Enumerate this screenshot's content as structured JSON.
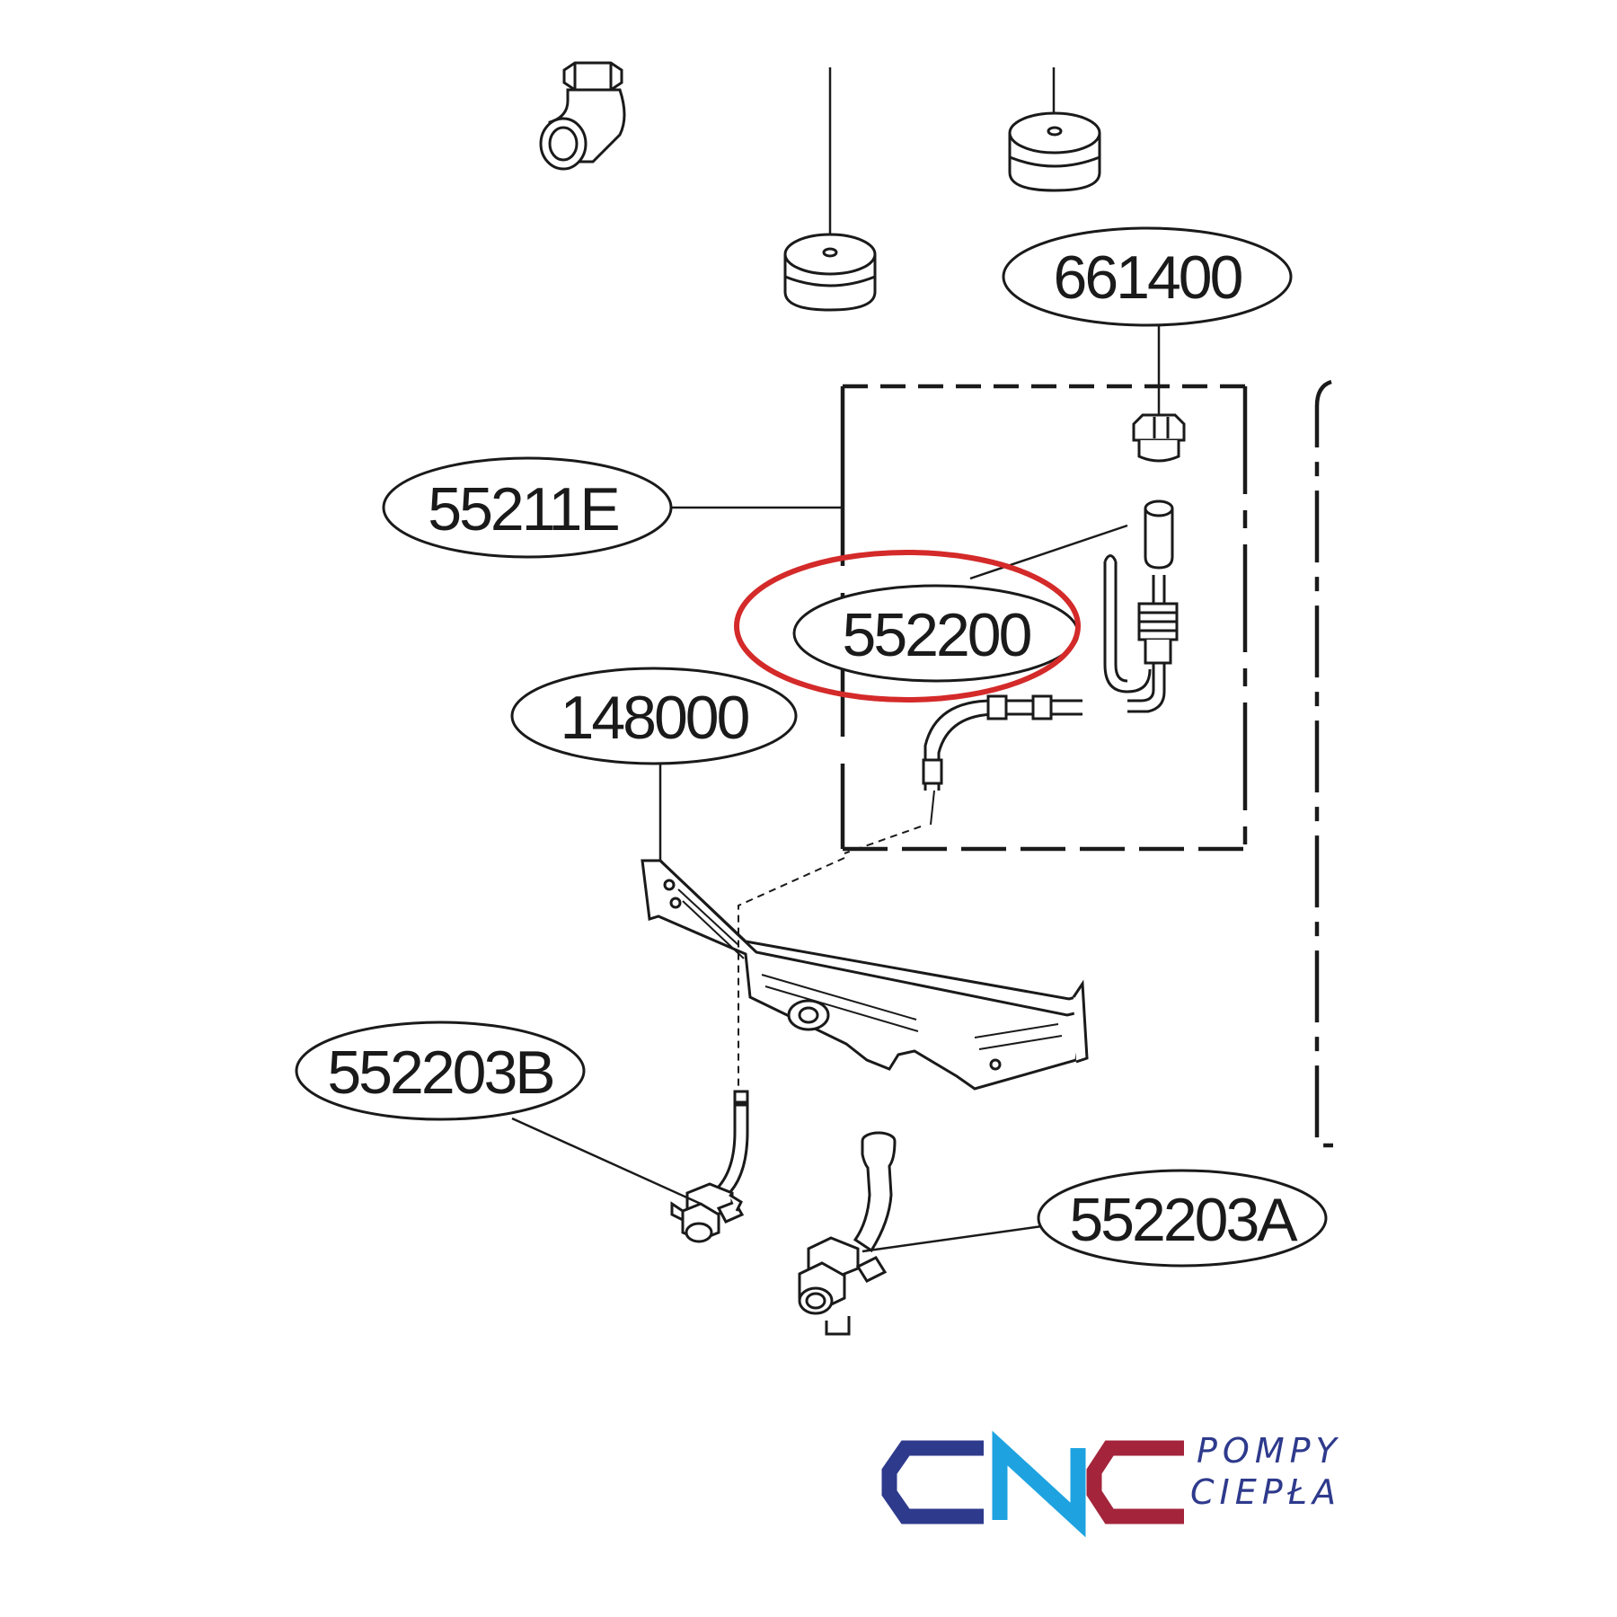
{
  "diagram": {
    "labels": {
      "part_661400": "661400",
      "part_55211E": "55211E",
      "part_552200": "552200",
      "part_148000": "148000",
      "part_552203B": "552203B",
      "part_552203A": "552203A"
    },
    "highlighted_part": "552200",
    "colors": {
      "line": "#1a1a1a",
      "highlight": "#d42a2a"
    }
  },
  "logo": {
    "main": "CNC",
    "line1": "POMPY",
    "line2": "CIEPŁA",
    "colors": {
      "c1": "#2e3a8c",
      "n": "#1ea3e0",
      "c2": "#a3243b",
      "text": "#2e3a8c"
    }
  }
}
